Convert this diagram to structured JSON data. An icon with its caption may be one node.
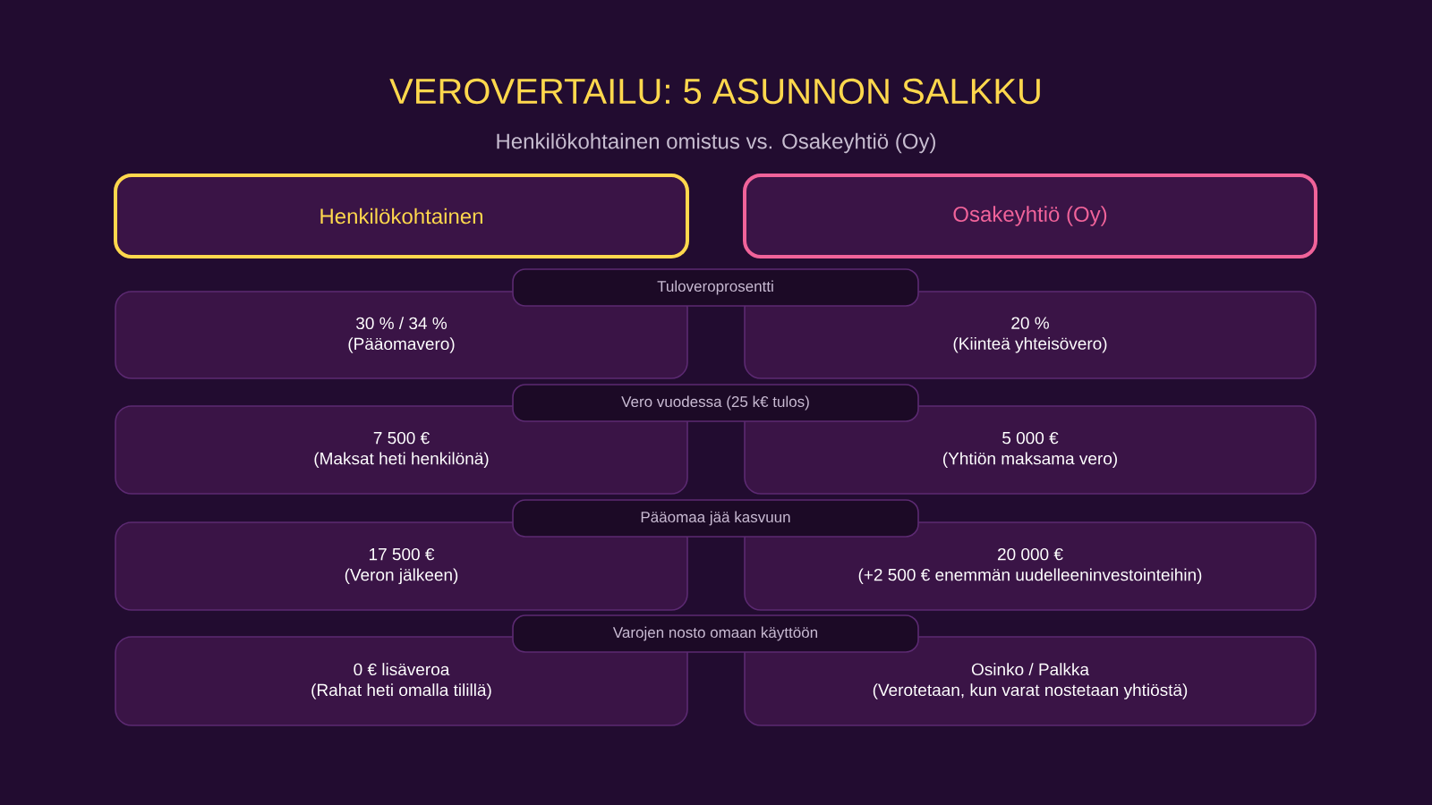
{
  "diagram": {
    "title": "VEROVERTAILU: 5 ASUNNON SALKKU",
    "nodes": [
      {
        "text": [
          "Henkilökohtainen"
        ]
      },
      {
        "text": [
          "Osakeyhtiö (Oy)"
        ]
      },
      {
        "text": [
          "Tuloveroprosentti"
        ]
      },
      {
        "text": [
          "30 % / 34 %",
          "(Pääomavero)"
        ]
      },
      {
        "text": [
          "20 %",
          "(Kiinteä yhteisövero)"
        ]
      },
      {
        "text": [
          "Vero vuodessa (25 k€ tulos)"
        ]
      },
      {
        "text": [
          "7 500 €",
          "(Maksat heti henkilönä)"
        ]
      },
      {
        "text": [
          "5 000 €",
          "(Yhtiön maksama vero)"
        ]
      },
      {
        "text": [
          "Pääomaa jää kasvuun"
        ]
      },
      {
        "text": [
          "17 500 €",
          "(Veron jälkeen)"
        ]
      },
      {
        "text": [
          "20 000 €",
          "(+2 500 € enemmän uudelleeninvestointeihin)"
        ]
      },
      {
        "text": [
          "Varojen nosto omaan käyttöön"
        ]
      },
      {
        "text": [
          "0 € lisäveroa",
          "(Rahat heti omalla tilillä)"
        ]
      },
      {
        "text": [
          "Osinko / Palkka",
          "(Verotetaan, kun varat nostetaan yhtiöstä)"
        ]
      }
    ],
    "labels": [
      "Henkilökohtainen omistus vs. Osakeyhtiö (Oy)"
    ]
  }
}
